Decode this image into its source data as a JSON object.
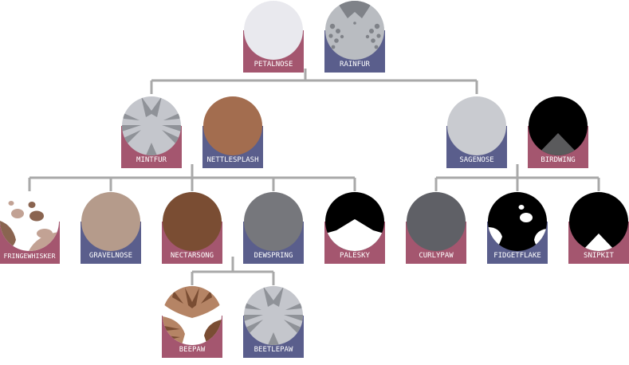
{
  "colors": {
    "line": "#a9a9a9",
    "she_cat_plate": "#a4566f",
    "tom_plate": "#5a5e8c",
    "label_text": "#ffffff"
  },
  "cats": {
    "petalnose": {
      "name": "PETALNOSE",
      "sex": "she-cat",
      "pelt": "solid",
      "colors": [
        "#e9e9ee"
      ]
    },
    "rainfur": {
      "name": "RAINFUR",
      "sex": "tom",
      "pelt": "speckled",
      "colors": [
        "#b9bcc1",
        "#7f8288"
      ]
    },
    "mintfur": {
      "name": "MINTFUR",
      "sex": "she-cat",
      "pelt": "tabby",
      "colors": [
        "#c4c6cc",
        "#8f9298"
      ]
    },
    "nettlesplash": {
      "name": "NETTLESPLASH",
      "sex": "tom",
      "pelt": "solid",
      "colors": [
        "#a36d4f"
      ]
    },
    "sagenose": {
      "name": "SAGENOSE",
      "sex": "tom",
      "pelt": "solid",
      "colors": [
        "#c9cbd0"
      ]
    },
    "birdwing": {
      "name": "BIRDWING",
      "sex": "she-cat",
      "pelt": "tuxedo",
      "colors": [
        "#000000",
        "#5a5a5c"
      ]
    },
    "fringewhisker": {
      "name": "FRINGEWHISKER",
      "sex": "she-cat",
      "pelt": "spotted",
      "colors": [
        "#ffffff",
        "#c2a294",
        "#8a6450"
      ]
    },
    "gravelnose": {
      "name": "GRAVELNOSE",
      "sex": "tom",
      "pelt": "solid",
      "colors": [
        "#b59b8b"
      ]
    },
    "nectarsong": {
      "name": "NECTARSONG",
      "sex": "she-cat",
      "pelt": "solid",
      "colors": [
        "#7a4d33"
      ]
    },
    "dewspring": {
      "name": "DEWSPRING",
      "sex": "tom",
      "pelt": "solid",
      "colors": [
        "#76777c"
      ]
    },
    "palesky": {
      "name": "PALESKY",
      "sex": "she-cat",
      "pelt": "tuxedo",
      "colors": [
        "#000000",
        "#ffffff"
      ]
    },
    "curlypaw": {
      "name": "CURLYPAW",
      "sex": "she-cat",
      "pelt": "solid",
      "colors": [
        "#5f6066"
      ]
    },
    "fidgetflake": {
      "name": "FIDGETFLAKE",
      "sex": "tom",
      "pelt": "spotted",
      "colors": [
        "#000000",
        "#ffffff"
      ]
    },
    "snipkit": {
      "name": "SNIPKIT",
      "sex": "she-cat",
      "pelt": "tuxedo",
      "colors": [
        "#000000",
        "#ffffff"
      ]
    },
    "beepaw": {
      "name": "BEEPAW",
      "sex": "she-cat",
      "pelt": "tabby",
      "colors": [
        "#ffffff",
        "#b58465",
        "#7a4d33"
      ]
    },
    "beetlepaw": {
      "name": "BEETLEPAW",
      "sex": "tom",
      "pelt": "tabby",
      "colors": [
        "#c4c6cc",
        "#8f9298"
      ]
    }
  },
  "families": [
    {
      "parents": [
        "petalnose",
        "rainfur"
      ],
      "children": [
        "mintfur",
        "sagenose"
      ]
    },
    {
      "parents": [
        "mintfur",
        "nettlesplash"
      ],
      "children": [
        "fringewhisker",
        "gravelnose",
        "nectarsong",
        "dewspring",
        "palesky"
      ]
    },
    {
      "parents": [
        "sagenose",
        "birdwing"
      ],
      "children": [
        "curlypaw",
        "fidgetflake",
        "snipkit"
      ]
    },
    {
      "parents": [
        "nectarsong",
        "dewspring"
      ],
      "children": [
        "beepaw",
        "beetlepaw"
      ]
    }
  ]
}
